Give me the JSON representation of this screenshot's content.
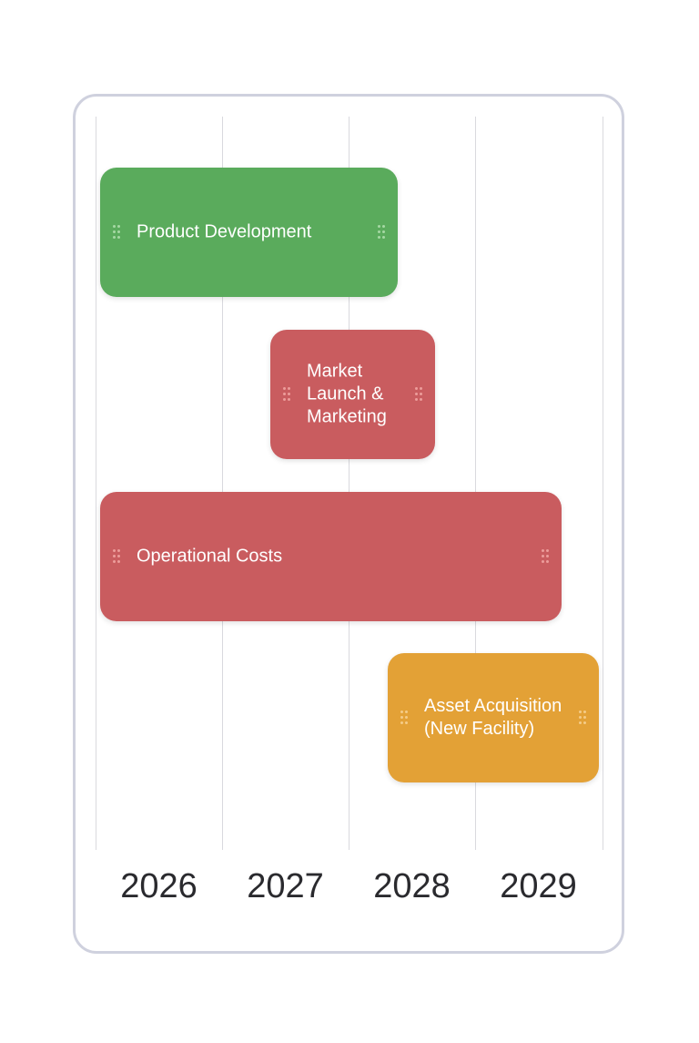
{
  "timeline": {
    "years": [
      "2026",
      "2027",
      "2028",
      "2029"
    ],
    "tasks": [
      {
        "label": "Product Development",
        "start_year": 2026.0,
        "end_year": 2028.35,
        "color": "#5aab5c",
        "handle_color": "#a6d8a4"
      },
      {
        "label": "Market\nLaunch &\nMarketing",
        "start_year": 2027.35,
        "end_year": 2028.65,
        "color": "#c95c5f",
        "handle_color": "#ec9d9b"
      },
      {
        "label": "Operational Costs",
        "start_year": 2026.0,
        "end_year": 2029.65,
        "color": "#c95c5f",
        "handle_color": "#ec9d9b"
      },
      {
        "label": "Asset Acquisition\n(New Facility)",
        "start_year": 2028.3,
        "end_year": 2029.95,
        "color": "#e3a136",
        "handle_color": "#f5cc88"
      }
    ]
  }
}
